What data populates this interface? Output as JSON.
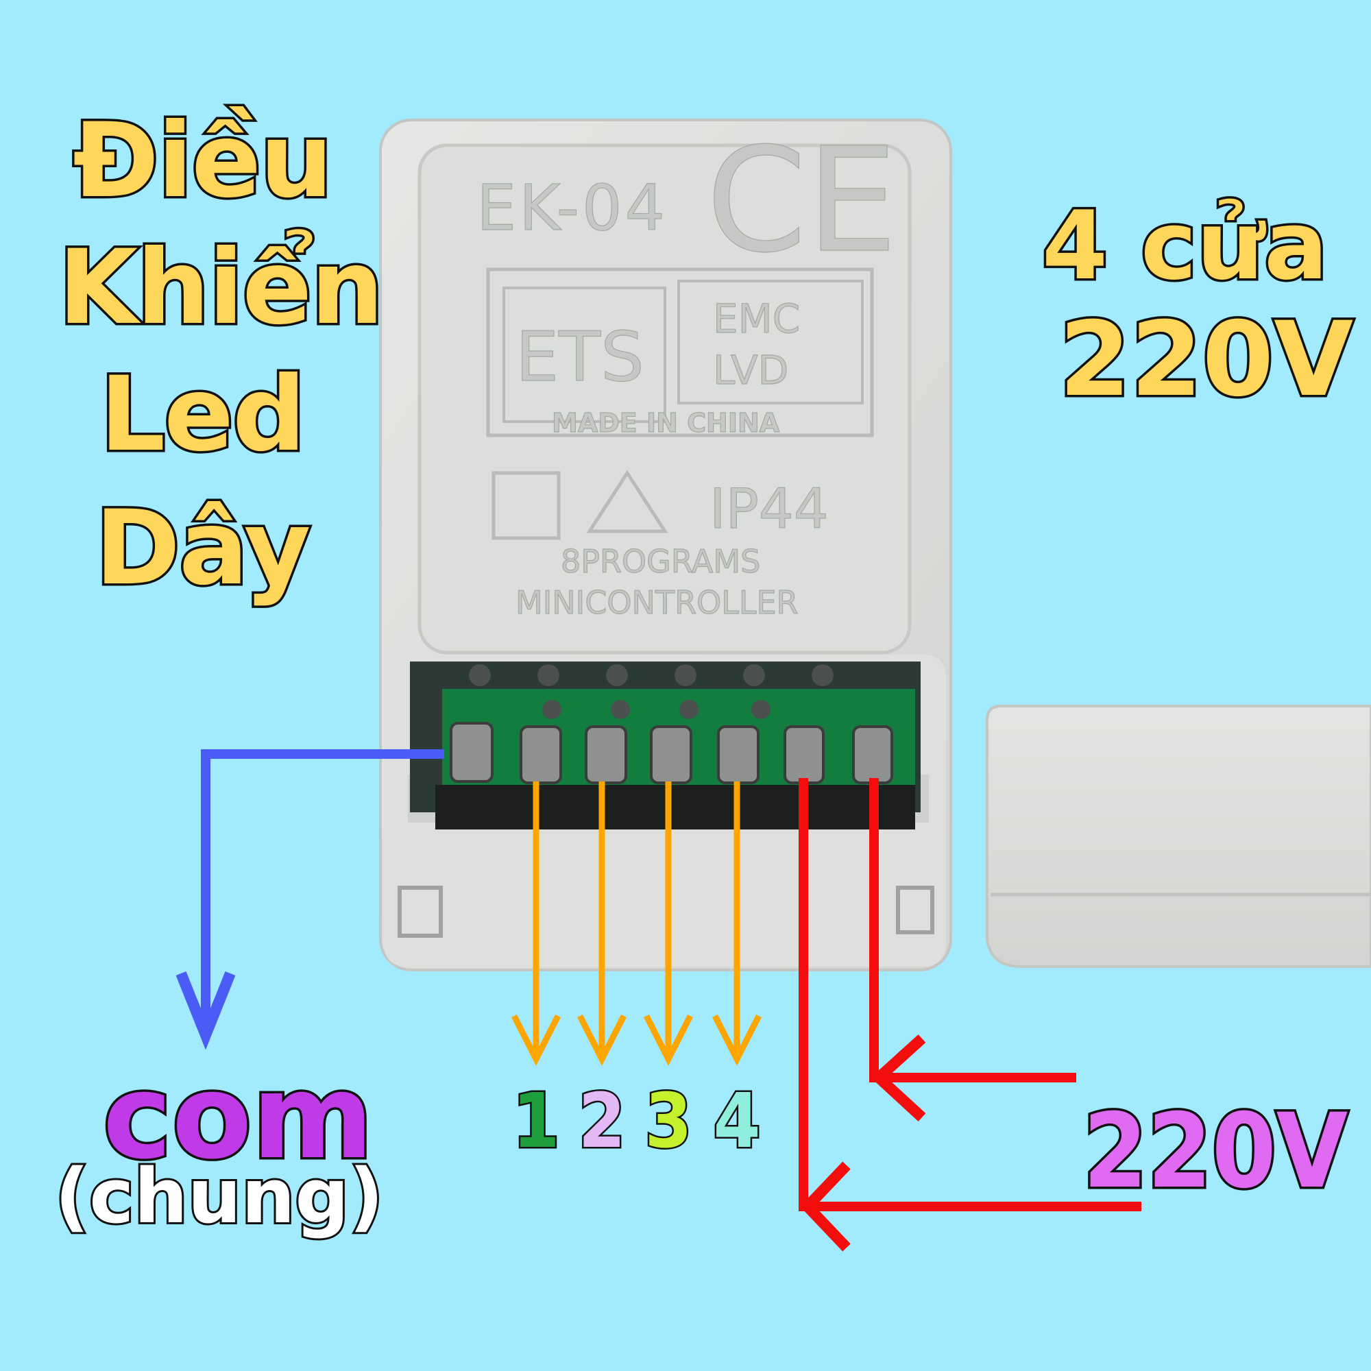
{
  "title": {
    "line1": "Điều",
    "line2": "Khiển",
    "line3": "Led",
    "line4": "Dây"
  },
  "subtitle": {
    "line1": "4 cửa",
    "line2": "220V"
  },
  "device": {
    "model": "EK-04",
    "cert_mark": "CE",
    "lab_logo": "ETS",
    "cert_line1": "EMC",
    "cert_line2": "LVD",
    "origin": "MADE IN CHINA",
    "rating": "IP44",
    "desc_line1": "8PROGRAMS",
    "desc_line2": "MINICONTROLLER"
  },
  "labels": {
    "common": "com",
    "common_note": "(chung)",
    "outputs": [
      "1",
      "2",
      "3",
      "4"
    ],
    "power": "220V"
  },
  "colors": {
    "background": "#a2eafd",
    "title_fill": "#fdd65a",
    "common_arrow": "#4b5cf6",
    "output_arrows": "#fea500",
    "power_arrows": "#f40d0d",
    "com_text": "#c13ae8",
    "out1": "#1e9e3c",
    "out2": "#e3b9f5",
    "out3": "#c3f12c",
    "out4": "#8feede",
    "power_text": "#e06bf2"
  },
  "icons": [
    "ce-mark",
    "square-symbol",
    "water-drop-triangle-icon",
    "arrow-down",
    "arrow-left"
  ]
}
